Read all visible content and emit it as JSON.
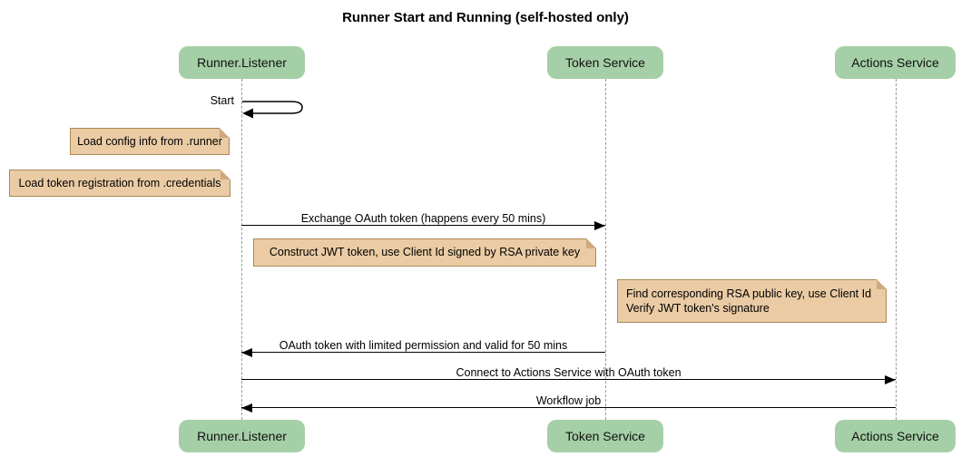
{
  "title": "Runner Start and Running (self-hosted only)",
  "diagram_type": "sequence",
  "colors": {
    "background": "#FFFFFF",
    "participant_fill": "#A5CFA6",
    "note_fill": "#EACBA4",
    "note_border": "#AA8A55",
    "lifeline": "#999999",
    "arrow": "#000000",
    "text": "#000000"
  },
  "participants": [
    {
      "id": "runner-listener",
      "label": "Runner.Listener"
    },
    {
      "id": "token-service",
      "label": "Token Service"
    },
    {
      "id": "actions-service",
      "label": "Actions Service"
    }
  ],
  "messages": [
    {
      "text": "Start",
      "from": "Runner.Listener",
      "to": "Runner.Listener",
      "kind": "self-loop"
    },
    {
      "text": "Exchange OAuth token (happens every 50 mins)",
      "from": "Runner.Listener",
      "to": "Token Service",
      "kind": "solid-arrow"
    },
    {
      "text": "OAuth token with limited permission and valid for 50 mins",
      "from": "Token Service",
      "to": "Runner.Listener",
      "kind": "solid-arrow"
    },
    {
      "text": "Connect to Actions Service with OAuth token",
      "from": "Runner.Listener",
      "to": "Actions Service",
      "kind": "solid-arrow"
    },
    {
      "text": "Workflow job",
      "from": "Actions Service",
      "to": "Runner.Listener",
      "kind": "solid-arrow"
    }
  ],
  "notes": [
    {
      "text": "Load config info from .runner",
      "position": "left of Runner.Listener"
    },
    {
      "text": "Load token registration from .credentials",
      "position": "left of Runner.Listener"
    },
    {
      "text": "Construct JWT token, use Client Id signed by RSA private key",
      "position": "between Runner.Listener and Token Service"
    },
    {
      "line1": "Find corresponding RSA public key, use Client Id",
      "line2": "Verify JWT token's signature",
      "position": "right of Token Service"
    }
  ]
}
